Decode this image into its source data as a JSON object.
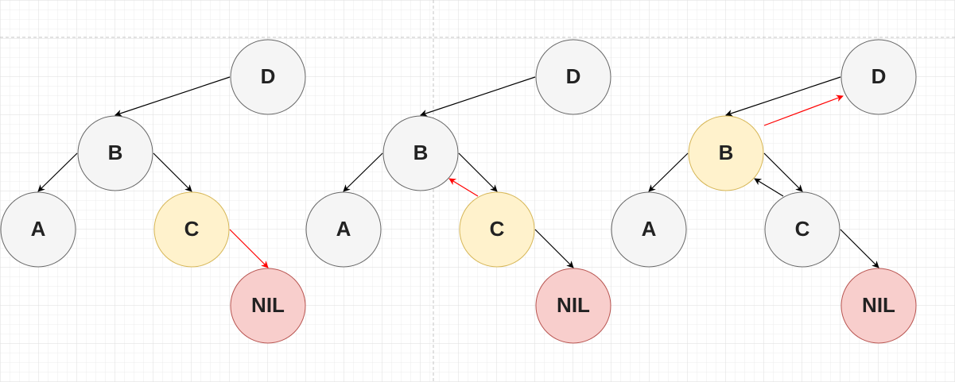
{
  "colors": {
    "node_default_fill": "#f5f5f5",
    "node_default_stroke": "#666666",
    "node_highlight_fill": "#fff2cc",
    "node_highlight_stroke": "#d6b656",
    "node_nil_fill": "#f8cecc",
    "node_nil_stroke": "#b85450",
    "edge_default": "#000000",
    "edge_highlight": "#ff0000"
  },
  "panels": [
    {
      "nodes": [
        {
          "id": "D",
          "label": "D",
          "style": "default"
        },
        {
          "id": "B",
          "label": "B",
          "style": "default"
        },
        {
          "id": "A",
          "label": "A",
          "style": "default"
        },
        {
          "id": "C",
          "label": "C",
          "style": "highlight"
        },
        {
          "id": "NIL",
          "label": "NIL",
          "style": "nil"
        }
      ],
      "edges": [
        {
          "from": "D",
          "to": "B",
          "style": "default"
        },
        {
          "from": "B",
          "to": "A",
          "style": "default"
        },
        {
          "from": "B",
          "to": "C",
          "style": "default"
        },
        {
          "from": "C",
          "to": "NIL",
          "style": "highlight"
        }
      ]
    },
    {
      "nodes": [
        {
          "id": "D",
          "label": "D",
          "style": "default"
        },
        {
          "id": "B",
          "label": "B",
          "style": "default"
        },
        {
          "id": "A",
          "label": "A",
          "style": "default"
        },
        {
          "id": "C",
          "label": "C",
          "style": "highlight"
        },
        {
          "id": "NIL",
          "label": "NIL",
          "style": "nil"
        }
      ],
      "edges": [
        {
          "from": "D",
          "to": "B",
          "style": "default"
        },
        {
          "from": "B",
          "to": "A",
          "style": "default"
        },
        {
          "from": "B",
          "to": "C",
          "style": "default"
        },
        {
          "from": "C",
          "to": "B",
          "style": "highlight"
        },
        {
          "from": "C",
          "to": "NIL",
          "style": "default"
        }
      ]
    },
    {
      "nodes": [
        {
          "id": "D",
          "label": "D",
          "style": "default"
        },
        {
          "id": "B",
          "label": "B",
          "style": "highlight"
        },
        {
          "id": "A",
          "label": "A",
          "style": "default"
        },
        {
          "id": "C",
          "label": "C",
          "style": "default"
        },
        {
          "id": "NIL",
          "label": "NIL",
          "style": "nil"
        }
      ],
      "edges": [
        {
          "from": "D",
          "to": "B",
          "style": "default"
        },
        {
          "from": "B",
          "to": "D",
          "style": "highlight"
        },
        {
          "from": "B",
          "to": "A",
          "style": "default"
        },
        {
          "from": "B",
          "to": "C",
          "style": "default"
        },
        {
          "from": "C",
          "to": "B",
          "style": "default"
        },
        {
          "from": "C",
          "to": "NIL",
          "style": "default"
        }
      ]
    }
  ]
}
